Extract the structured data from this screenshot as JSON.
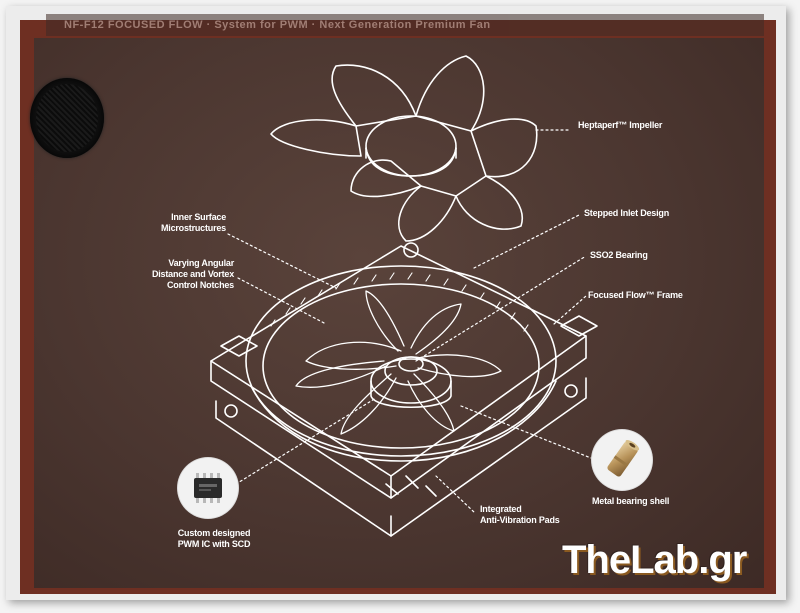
{
  "header": {
    "strip_text": "NF-F12 FOCUSED FLOW · System for PWM · Next Generation Premium Fan"
  },
  "labels": {
    "impeller": "Heptaperf™ Impeller",
    "inner_surface": "Inner Surface\nMicrostructures",
    "stepped_inlet": "Stepped Inlet Design",
    "varying_angular": "Varying Angular\nDistance and Vortex\nControl Notches",
    "sso2_bearing": "SSO2 Bearing",
    "focused_flow": "Focused Flow™ Frame",
    "pwm_ic": "Custom designed\nPWM IC with SCD",
    "anti_vibration": "Integrated\nAnti-Vibration Pads",
    "metal_shell": "Metal bearing shell"
  },
  "watermark": {
    "main": "TheLab",
    "suffix": ".gr"
  },
  "colors": {
    "panel": "#4b3630",
    "box_edge": "#6e2f22",
    "line_art": "#ffffff",
    "watermark_shadow": "#8b5a20"
  }
}
